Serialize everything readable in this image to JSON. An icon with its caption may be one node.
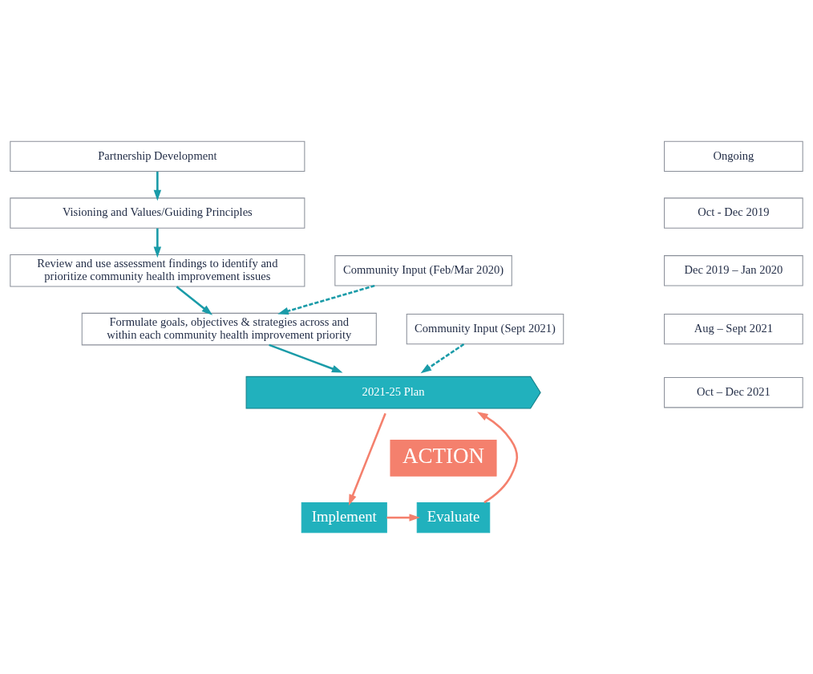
{
  "diagram": {
    "nodes": [
      {
        "text": [
          "Partnership Development"
        ]
      },
      {
        "text": [
          "Ongoing"
        ]
      },
      {
        "text": [
          "Visioning and Values/Guiding Principles"
        ]
      },
      {
        "text": [
          "Oct - Dec 2019"
        ]
      },
      {
        "text": [
          "Review and use assessment findings to identify and prioritize community health improvement issues"
        ]
      },
      {
        "text": [
          "Dec 2019 – Jan 2020"
        ]
      },
      {
        "text": [
          "Community Input (Feb/Mar 2020)"
        ]
      },
      {
        "text": [
          "Formulate goals, objectives & strategies across and within each community health improvement priority"
        ]
      },
      {
        "text": [
          "Aug – Sept 2021"
        ]
      },
      {
        "text": [
          "Community Input (Sept 2021)"
        ]
      },
      {
        "text": [
          "2021-25 Plan"
        ]
      },
      {
        "text": [
          "Oct – Dec 2021"
        ]
      },
      {
        "text": [
          "ACTION"
        ]
      },
      {
        "text": [
          "Implement"
        ]
      },
      {
        "text": [
          "Evaluate"
        ]
      }
    ],
    "edges": [
      {
        "from": 0,
        "to": 2,
        "arrow": "to"
      },
      {
        "from": 2,
        "to": 4,
        "arrow": "to"
      },
      {
        "from": 4,
        "to": 7,
        "arrow": "to"
      },
      {
        "from": 6,
        "to": 7,
        "arrow": "to",
        "style": "dashed"
      },
      {
        "from": 9,
        "to": 10,
        "arrow": "to",
        "style": "dashed"
      },
      {
        "from": 7,
        "to": 10,
        "arrow": "to"
      },
      {
        "from": 10,
        "to": 13,
        "arrow": "to",
        "color": "#f4806d"
      },
      {
        "from": 13,
        "to": 14,
        "arrow": "to",
        "color": "#f4806d"
      },
      {
        "from": 14,
        "to": 10,
        "arrow": "to",
        "color": "#f4806d"
      }
    ]
  }
}
